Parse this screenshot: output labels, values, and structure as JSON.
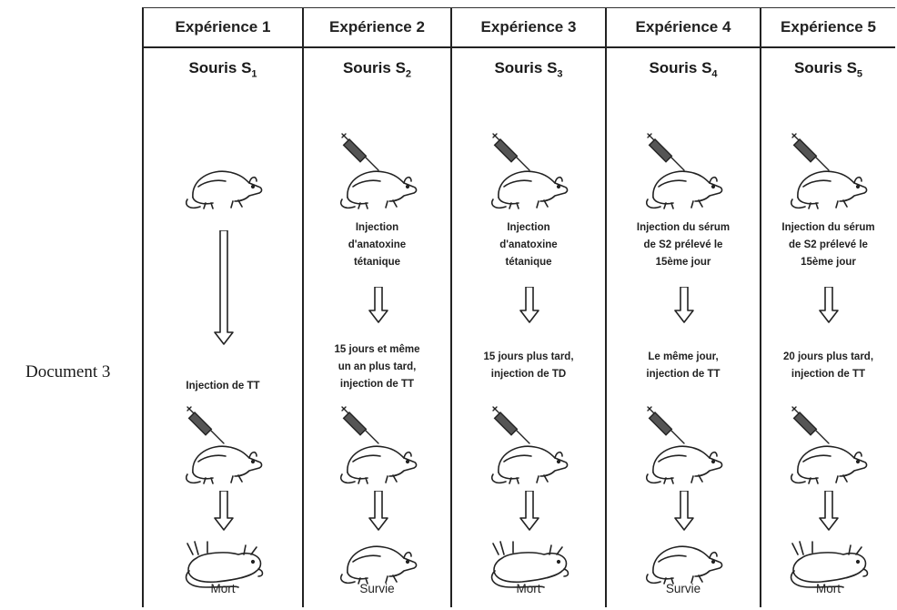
{
  "document_label": "Document 3",
  "experiments": [
    {
      "header": "Expérience 1",
      "mouse_name": "Souris S",
      "mouse_sub": "1",
      "pre_inject": false,
      "first_text": [],
      "second_text": [
        "Injection de TT"
      ],
      "outcome": "Mort",
      "outcome_dead": true
    },
    {
      "header": "Expérience 2",
      "mouse_name": "Souris S",
      "mouse_sub": "2",
      "pre_inject": true,
      "first_text": [
        "Injection",
        "d'anatoxine",
        "tétanique"
      ],
      "second_text": [
        "15 jours et même",
        "un an plus tard,",
        "injection de TT"
      ],
      "outcome": "Survie",
      "outcome_dead": false
    },
    {
      "header": "Expérience 3",
      "mouse_name": "Souris S",
      "mouse_sub": "3",
      "pre_inject": true,
      "first_text": [
        "Injection",
        "d'anatoxine",
        "tétanique"
      ],
      "second_text": [
        "15 jours plus tard,",
        "injection de TD"
      ],
      "outcome": "Mort",
      "outcome_dead": true
    },
    {
      "header": "Expérience 4",
      "mouse_name": "Souris S",
      "mouse_sub": "4",
      "pre_inject": true,
      "first_text": [
        "Injection du sérum",
        "de S2 prélevé le",
        "15ème jour"
      ],
      "second_text": [
        "Le même jour,",
        "injection de TT"
      ],
      "outcome": "Survie",
      "outcome_dead": false
    },
    {
      "header": "Expérience 5",
      "mouse_name": "Souris S",
      "mouse_sub": "5",
      "pre_inject": true,
      "first_text": [
        "Injection du sérum",
        "de S2 prélevé le",
        "15ème jour"
      ],
      "second_text": [
        "20 jours plus tard,",
        "injection de TT"
      ],
      "outcome": "Mort",
      "outcome_dead": true
    }
  ],
  "icons": {
    "mouse": "mouse-icon",
    "syringe": "syringe-icon",
    "arrow": "down-arrow-icon",
    "dead_mouse": "dead-mouse-icon"
  }
}
